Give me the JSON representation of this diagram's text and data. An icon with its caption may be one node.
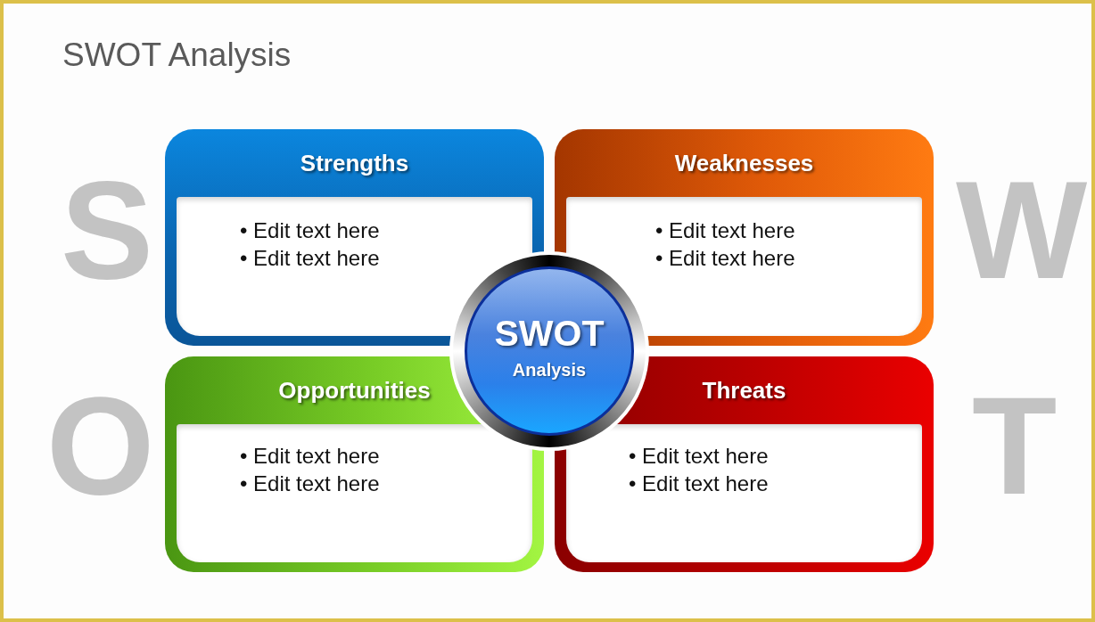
{
  "diagram": {
    "title": "SWOT Analysis",
    "nodes": [
      {
        "text": [
          "Strengths",
          "• Edit text here",
          "• Edit text here"
        ]
      },
      {
        "text": [
          "Weaknesses",
          "• Edit text here",
          "• Edit text here"
        ]
      },
      {
        "text": [
          "SWOT",
          "Analysis"
        ]
      },
      {
        "text": [
          "Opportunities",
          "• Edit text here",
          "• Edit text here"
        ]
      },
      {
        "text": [
          "Threats",
          "• Edit text here",
          "• Edit text here"
        ]
      }
    ],
    "labels": [
      "S",
      "W",
      "O",
      "T"
    ]
  }
}
